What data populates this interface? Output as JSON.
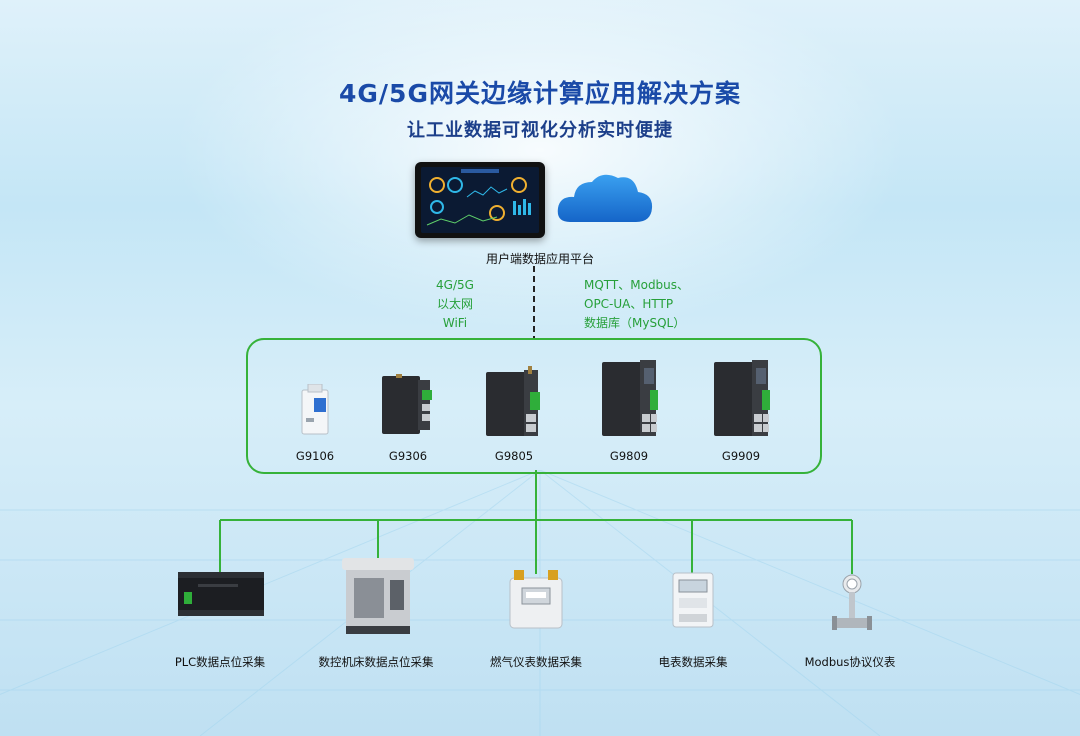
{
  "title": "4G/5G网关边缘计算应用解决方案",
  "subtitle": "让工业数据可视化分析实时便捷",
  "platform": {
    "label": "用户端数据应用平台"
  },
  "connectivity": [
    "4G/5G",
    "以太网",
    "WiFi"
  ],
  "protocols": [
    "MQTT、Modbus、",
    "OPC-UA、HTTP",
    "数据库（MySQL）"
  ],
  "gateways": [
    {
      "name": "G9106"
    },
    {
      "name": "G9306"
    },
    {
      "name": "G9805"
    },
    {
      "name": "G9809"
    },
    {
      "name": "G9909"
    }
  ],
  "devices": [
    {
      "label": "PLC数据点位采集"
    },
    {
      "label": "数控机床数据点位采集"
    },
    {
      "label": "燃气仪表数据采集"
    },
    {
      "label": "电表数据采集"
    },
    {
      "label": "Modbus协议仪表"
    }
  ],
  "colors": {
    "title": "#1a4aa8",
    "accent_green": "#36b23a",
    "cloud": "#1e7fd8"
  }
}
